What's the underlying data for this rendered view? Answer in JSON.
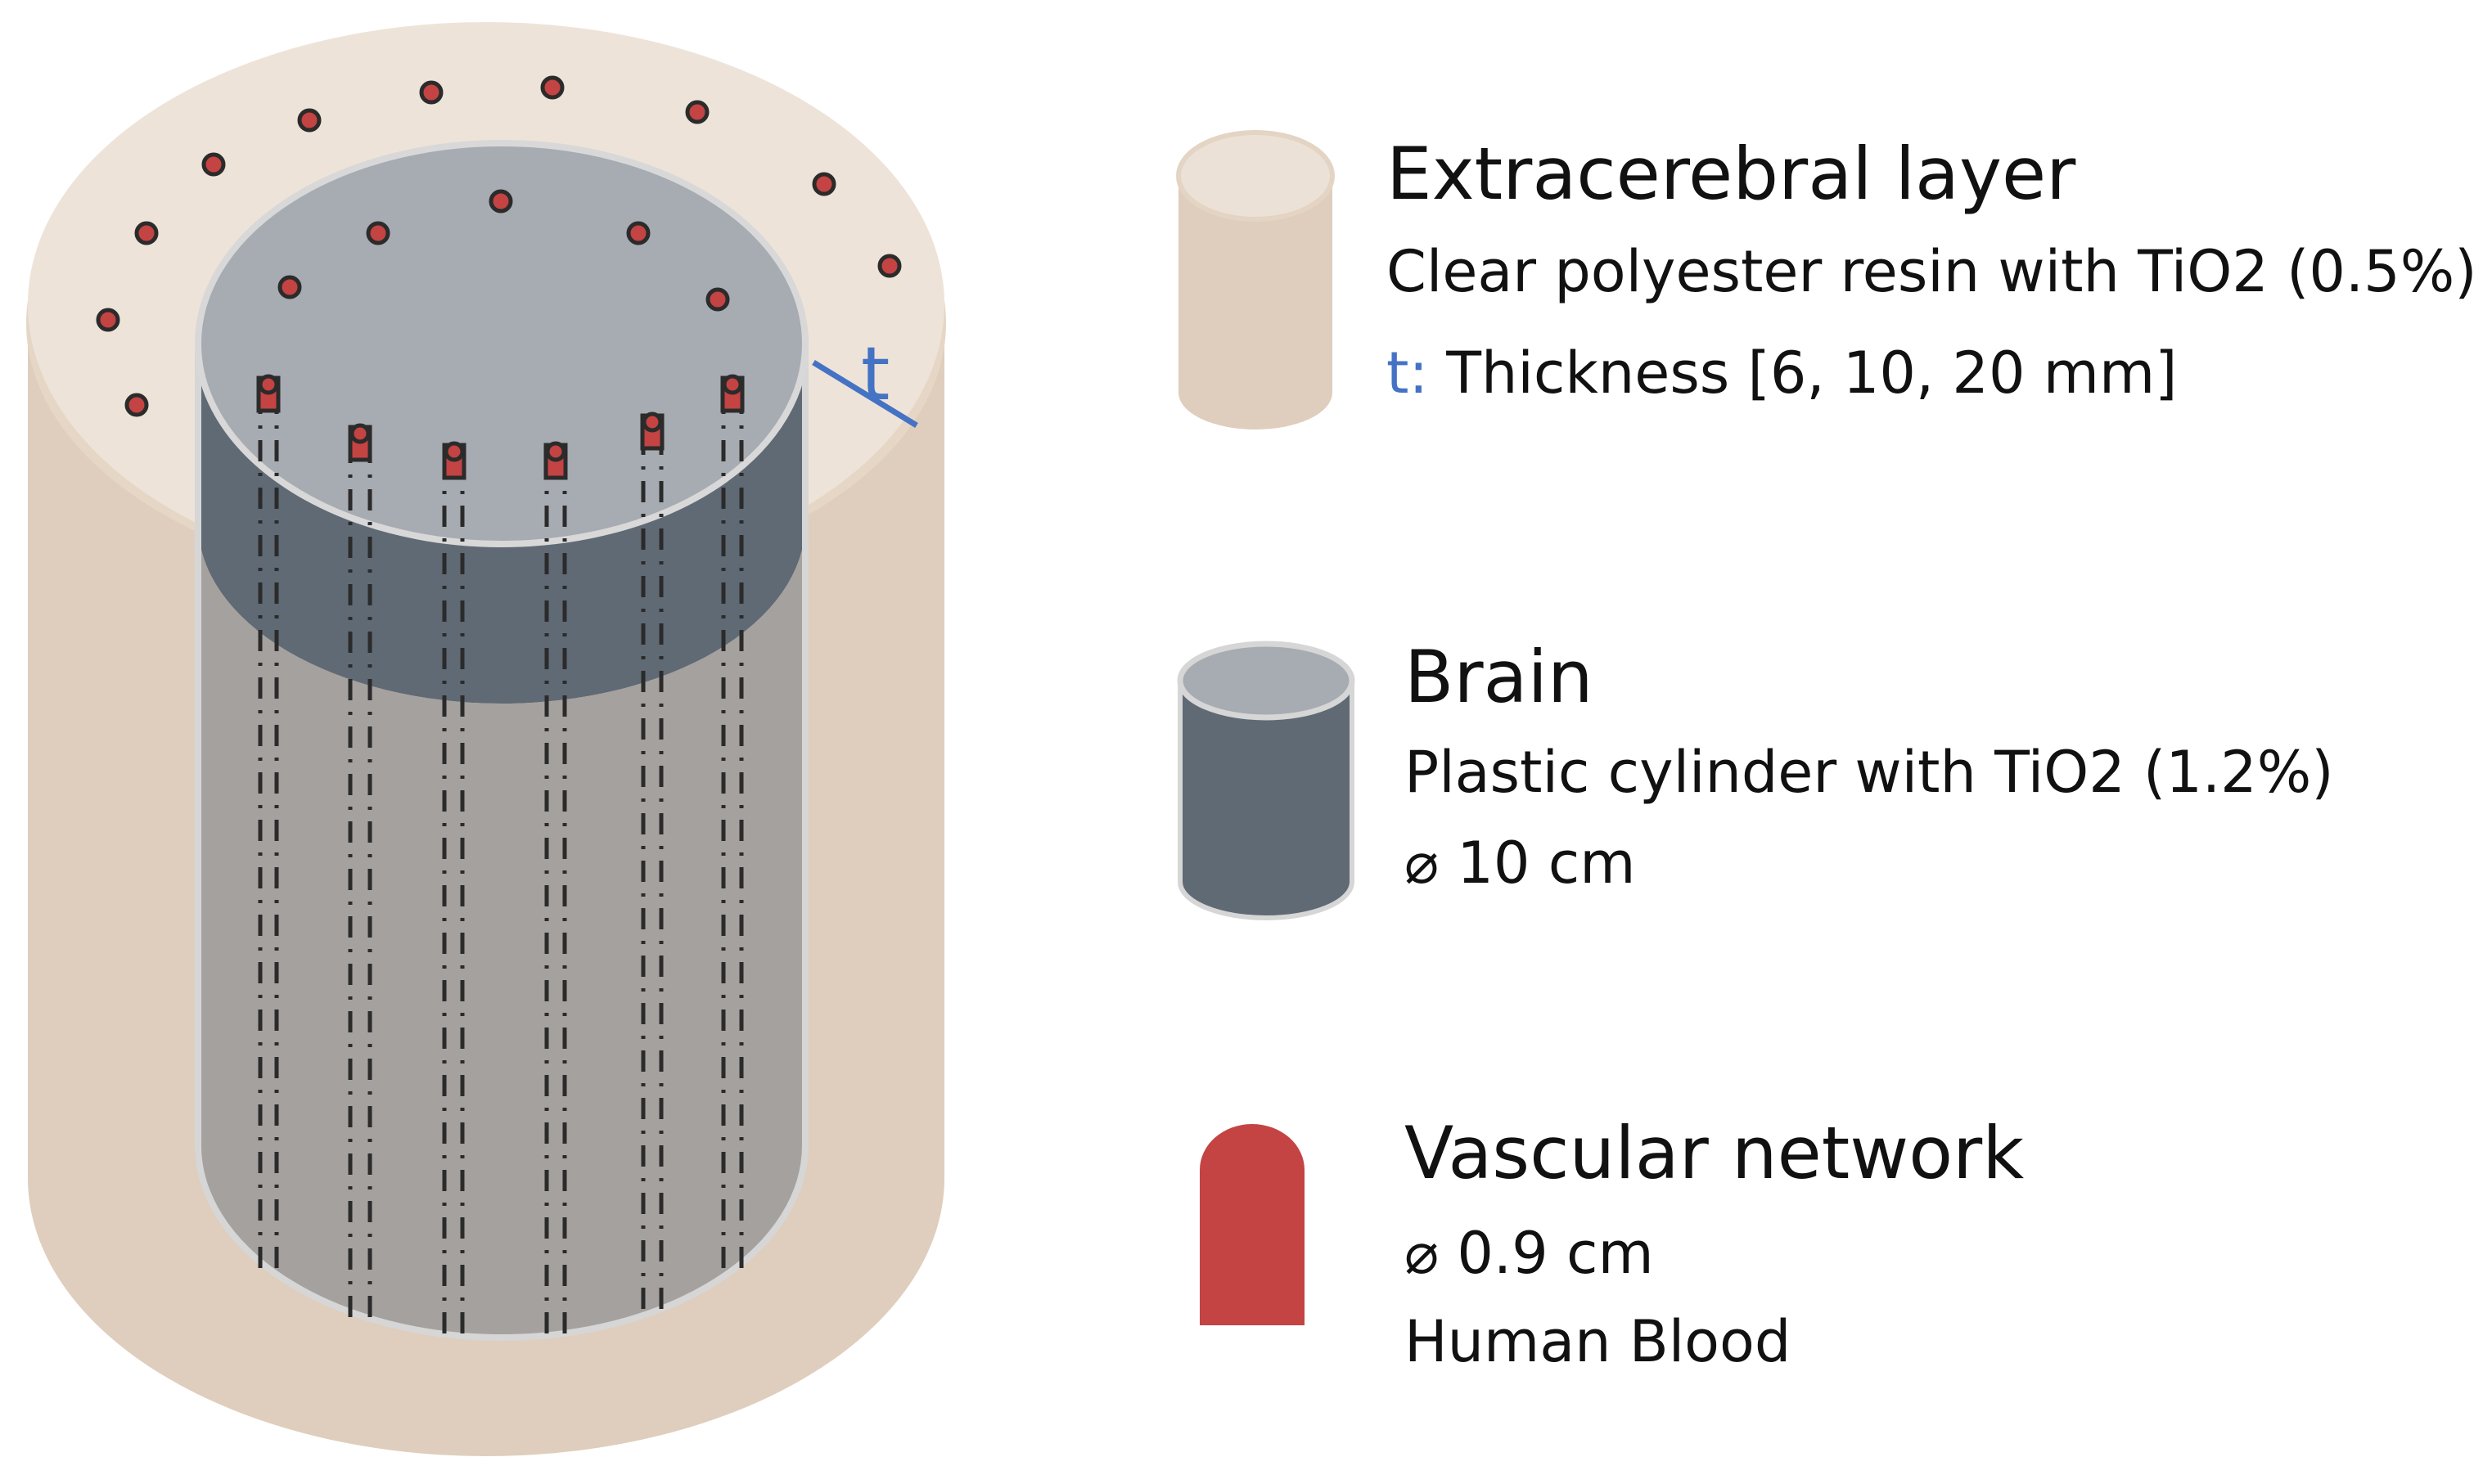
{
  "colors": {
    "extracerebral": "#dfcebd",
    "extracerebral_top": "#ede3d8",
    "brain_side": "#606a75",
    "brain_top": "#a7abb2",
    "vessel": "#c44343",
    "thickness_marker": "#4472c4"
  },
  "diagram": {
    "thickness_symbol": "t"
  },
  "legend": {
    "extracerebral": {
      "title": "Extracerebral layer",
      "line1": "Clear polyester resin with TiO2 (0.5%)",
      "thickness_prefix": "t:",
      "thickness_text": "Thickness [6, 10, 20 mm]",
      "icon": "beige-cylinder-icon"
    },
    "brain": {
      "title": "Brain",
      "line1": "Plastic cylinder with TiO2 (1.2%)",
      "line2": "⌀ 10 cm",
      "icon": "grey-cylinder-icon"
    },
    "vascular": {
      "title": "Vascular network",
      "line1": "⌀ 0.9 cm",
      "line2": "Human Blood",
      "icon": "red-vessel-icon"
    }
  }
}
